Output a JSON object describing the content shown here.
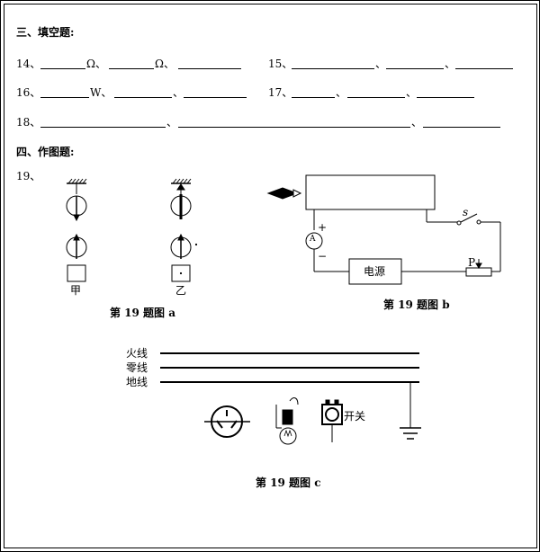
{
  "section3": {
    "title": "三、填空题:"
  },
  "q14": {
    "num": "14、",
    "u1": "Ω、",
    "u2": "Ω、"
  },
  "q15": {
    "num": "15、",
    "s1": "、",
    "s2": "、"
  },
  "q16": {
    "num": "16、",
    "u1": "W、",
    "s1": "、"
  },
  "q17": {
    "num": "17、",
    "s1": "、",
    "s2": "、"
  },
  "q18": {
    "num": "18、",
    "s1": "、",
    "s2": "、"
  },
  "section4": {
    "title": "四、作图题:"
  },
  "q19": {
    "num": "19、"
  },
  "fig_a": {
    "label_jia": "甲",
    "label_yi": "乙",
    "caption": "第 19 题图 a"
  },
  "fig_b": {
    "switch_label": "s",
    "plus": "+",
    "minus": "−",
    "meter": "A",
    "source": "电源",
    "slider": "P",
    "caption": "第 19 题图 b"
  },
  "fig_c": {
    "live": "火线",
    "neutral": "零线",
    "ground": "地线",
    "switch_text": "开关",
    "caption": "第 19 题图 c"
  }
}
